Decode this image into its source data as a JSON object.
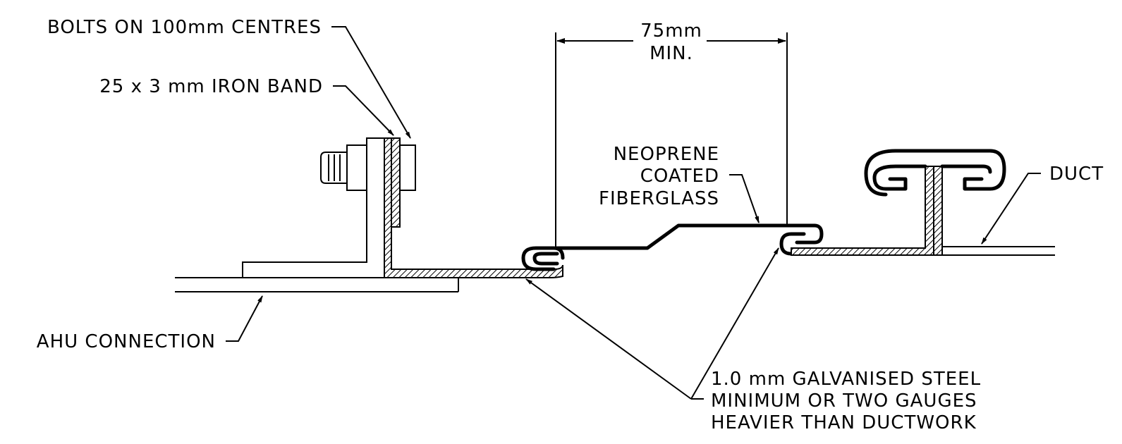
{
  "labels": {
    "bolts": "BOLTS ON 100mm CENTRES",
    "iron_band": "25 x 3 mm IRON BAND",
    "ahu_connection": "AHU CONNECTION",
    "dimension_value": "75mm",
    "dimension_note": "MIN.",
    "neoprene_line1": "NEOPRENE",
    "neoprene_line2": "COATED",
    "neoprene_line3": "FIBERGLASS",
    "duct": "DUCT",
    "steel_line1": "1.0 mm GALVANISED STEEL",
    "steel_line2": "MINIMUM OR TWO GAUGES",
    "steel_line3": "HEAVIER THAN DUCTWORK"
  }
}
